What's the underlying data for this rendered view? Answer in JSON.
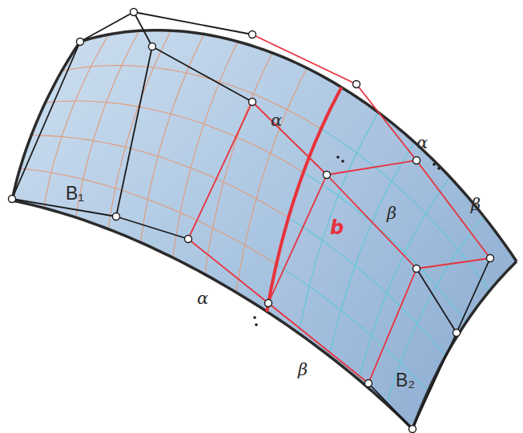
{
  "diagram": {
    "labels": [
      "B₁",
      "α",
      "α",
      "β",
      "b",
      "β",
      "α",
      "β",
      "B₂"
    ]
  }
}
